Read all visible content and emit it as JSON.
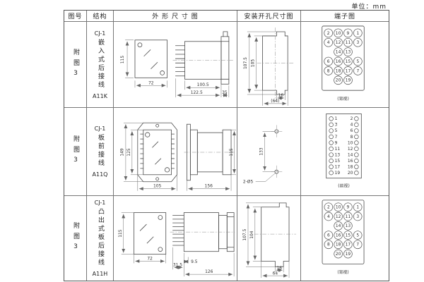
{
  "unit_label": "单位：mm",
  "header": {
    "figure": "图号",
    "structure": "结构",
    "outline": "外 形 尺 寸 图",
    "mounting": "安装开孔尺寸图",
    "terminal": "端子图"
  },
  "rows": [
    {
      "figure_no": "附图3",
      "model": "CJ-1",
      "structure": "嵌入式后接线",
      "code": "A11K",
      "outline": {
        "front_h": "115",
        "front_w": "72",
        "dim_a": "100.5",
        "dim_b": "122.5",
        "dim_c": "35"
      },
      "mounting": {
        "outer_h": "107.5",
        "inner_h": "105",
        "slot_w": "16",
        "overall_w": "(64)"
      },
      "terminal": {
        "view_label": "(背视)",
        "grid": [
          [
            "2",
            "10",
            "9",
            "1"
          ],
          [
            "4",
            "12",
            "11",
            "3"
          ],
          [
            "",
            "14",
            "13",
            ""
          ],
          [
            "6",
            "16",
            "15",
            "5"
          ],
          [
            "8",
            "18",
            "17",
            "7"
          ],
          [
            "",
            "20",
            "19",
            ""
          ]
        ]
      }
    },
    {
      "figure_no": "附图3",
      "model": "CJ-1",
      "structure": "板前接线",
      "code": "A11Q",
      "outline": {
        "front_h": "149",
        "inner_h": "125",
        "front_w": "105",
        "side_len": "156",
        "side_h": "115"
      },
      "mounting": {
        "hole_dist": "133",
        "hole_spec": "2-Ø5"
      },
      "terminal": {
        "view_label": "(前视)",
        "pairs": [
          [
            "1",
            "2"
          ],
          [
            "3",
            "4"
          ],
          [
            "5",
            "6"
          ],
          [
            "7",
            "8"
          ],
          [
            "9",
            "10"
          ],
          [
            "11",
            "12"
          ],
          [
            "13",
            "14"
          ],
          [
            "15",
            "16"
          ],
          [
            "17",
            "18"
          ],
          [
            "19",
            "20"
          ]
        ]
      }
    },
    {
      "figure_no": "附图3",
      "model": "CJ-1",
      "structure": "凸出式板后接线",
      "code": "A11H",
      "outline": {
        "front_h": "115",
        "front_w": "72",
        "pin_len": "31.5",
        "step": "9.5",
        "body_len": "126"
      },
      "mounting": {
        "outer_h": "107.5",
        "inner_h": "104",
        "slot_w": "16",
        "overall_w": "64"
      },
      "terminal": {
        "view_label": "(背视)",
        "grid": [
          [
            "2",
            "10",
            "9",
            "1"
          ],
          [
            "4",
            "12",
            "11",
            "3"
          ],
          [
            "",
            "14",
            "13",
            ""
          ],
          [
            "6",
            "16",
            "15",
            "5"
          ],
          [
            "8",
            "18",
            "17",
            "7"
          ],
          [
            "",
            "20",
            "19",
            ""
          ]
        ]
      }
    }
  ]
}
